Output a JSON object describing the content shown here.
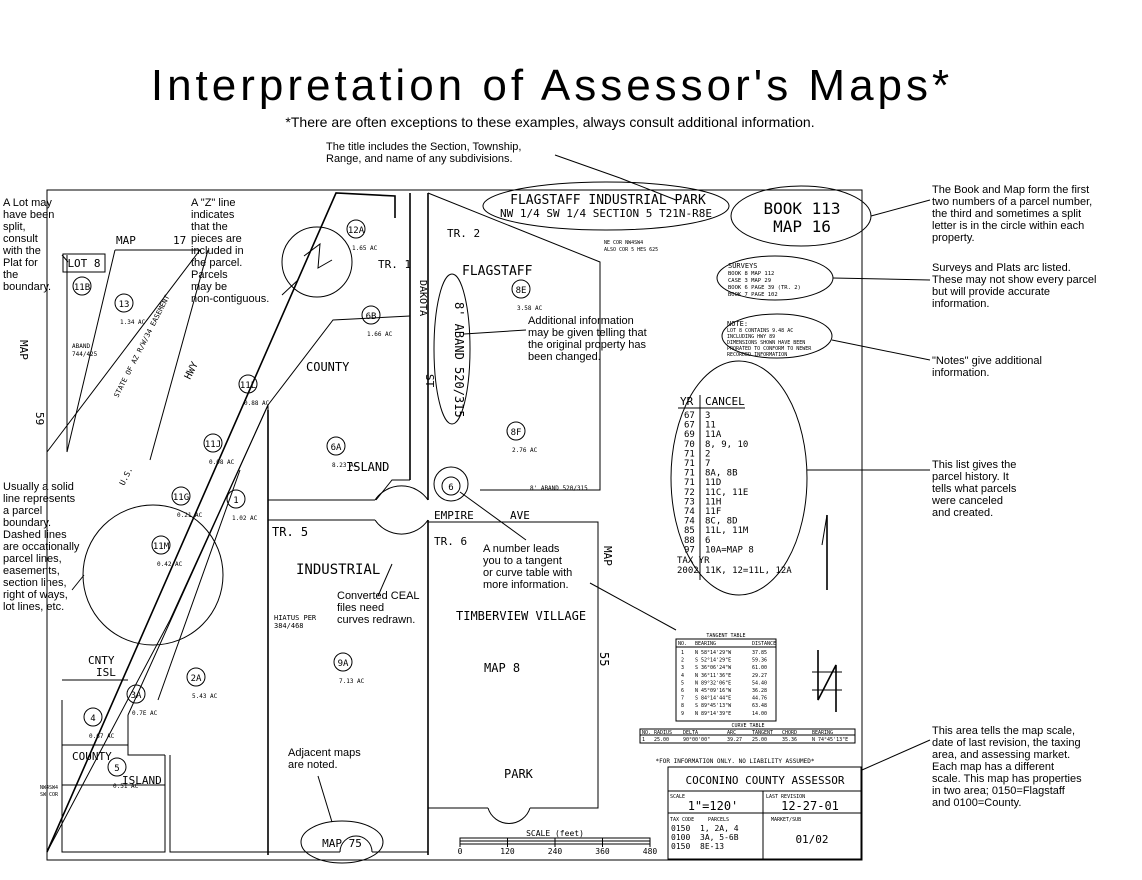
{
  "header": {
    "title": "Interpretation of Assessor's Maps*",
    "subtitle": "*There are often exceptions to these examples, always consult additional information."
  },
  "notes": {
    "title_note": [
      "The title includes the Section, Township,",
      "Range, and name of any subdivisions."
    ],
    "lot_note": [
      "A Lot may",
      "have been",
      "split,",
      "consult",
      "with the",
      "Plat for",
      "the",
      "boundary."
    ],
    "z_note": [
      "A \"Z\" line",
      "indicates",
      "that the",
      "pieces are",
      "included in",
      "the parcel.",
      "Parcels",
      "may be",
      "non-contiguous."
    ],
    "book_note": [
      "The Book and Map form the first",
      "two numbers of a parcel number,",
      "the third and sometimes a split",
      "letter is in the circle within each",
      "property."
    ],
    "surveys_note": [
      "Surveys and Plats arc listed.",
      "These may not show every parcel",
      "but will provide accurate",
      "information."
    ],
    "notes_note": [
      "\"Notes\" give additional",
      "information."
    ],
    "history_note": [
      "This list gives the",
      "parcel history.  It",
      "tells what parcels",
      "were canceled",
      "and created."
    ],
    "solid_note": [
      "Usually a solid",
      "line represents",
      "a parcel",
      "boundary.",
      "Dashed lines",
      "are occationally",
      "parcel lines,",
      "easements,",
      "section lines,",
      "right of ways,",
      "lot lines, etc."
    ],
    "addl_note": [
      "Additional information",
      "may be given telling that",
      "the original property has",
      "been changed."
    ],
    "number_note": [
      "A number leads",
      "you to a tangent",
      "or curve table with",
      "more information."
    ],
    "ceal_note": [
      "Converted CEAL",
      "files need",
      "curves redrawn."
    ],
    "adjacent_note": [
      "Adjacent maps",
      "are noted."
    ],
    "scale_note": [
      "This area tells the map scale,",
      "date of last revision, the taxing",
      "area, and assessing market.",
      "Each map has a different",
      "scale. This map has properties",
      "in two area; 0150=Flagstaff",
      "and 0100=County."
    ]
  },
  "map_title": {
    "line1": "FLAGSTAFF INDUSTRIAL PARK",
    "line2": "NW 1/4 SW 1/4 SECTION 5 T21N-R8E"
  },
  "book_map": {
    "book": "BOOK 113",
    "map": "MAP 16"
  },
  "surveys": [
    "SURVEYS",
    "BOOK 8 MAP 112",
    "CASE 3 MAP 29",
    "BOOK 6 PAGE 39 (TR. 2)",
    "BOOK 7 PAGE 102"
  ],
  "note_box": [
    "NOTE:",
    "LOT 8 CONTAINS 9.48 AC",
    "INCLUDING HWY 89",
    "DIMENSIONS SHOWN HAVE BEEN",
    "PRORATED TO CONFORM TO NEWER",
    "RECORDED INFORMATION"
  ],
  "history": {
    "col_yr": "YR",
    "col_cancel": "CANCEL",
    "rows": [
      {
        "yr": "67",
        "c": "3"
      },
      {
        "yr": "67",
        "c": "11"
      },
      {
        "yr": "69",
        "c": "11A"
      },
      {
        "yr": "70",
        "c": "8, 9, 10"
      },
      {
        "yr": "71",
        "c": "2"
      },
      {
        "yr": "71",
        "c": "7"
      },
      {
        "yr": "71",
        "c": "8A, 8B"
      },
      {
        "yr": "71",
        "c": "11D"
      },
      {
        "yr": "72",
        "c": "11C, 11E"
      },
      {
        "yr": "73",
        "c": "11H"
      },
      {
        "yr": "74",
        "c": "11F"
      },
      {
        "yr": "74",
        "c": "8C, 8D"
      },
      {
        "yr": "85",
        "c": "11L, 11M"
      },
      {
        "yr": "88",
        "c": "6"
      },
      {
        "yr": "97",
        "c": "10A=MAP 8"
      }
    ],
    "tax_yr_label": "TAX YR",
    "tax_row": {
      "yr": "2002",
      "c": "11K, 12=11L, 12A"
    }
  },
  "labels": {
    "map_17": "MAP",
    "map_17_num": "17",
    "lot8": "LOT 8",
    "map59_a": "MAP",
    "map59_b": "59",
    "tr1": "TR. 1",
    "tr2": "TR. 2",
    "tr5": "TR. 5",
    "tr6": "TR. 6",
    "flagstaff": "FLAGSTAFF",
    "county": "COUNTY",
    "island": "ISLAND",
    "industrial": "INDUSTRIAL",
    "empire": "EMPIRE",
    "ave": "AVE",
    "dakota": "DAKOTA",
    "st": "ST",
    "timberview": "TIMBERVIEW VILLAGE",
    "map8": "MAP  8",
    "park": "PARK",
    "map55_a": "MAP",
    "map55_b": "55",
    "cnty": "CNTY",
    "isl": "ISL",
    "county2": "COUNTY",
    "island2": "ISLAND",
    "map75": "MAP  75",
    "hwy": "HWY",
    "state_easement": "STATE OF AZ R/W/34 EASEMENT",
    "us": "U.S.",
    "abandon": "8' ABAND 520/315",
    "hiatus": "HIATUS PER",
    "hiatus2": "384/468",
    "abandon_small": "8' ABAND 520/315",
    "aband_744": "ABAND",
    "aband_744b": "744/425",
    "ne_cor": "NE COR NW4SW4",
    "ne_cor2": "ALSO COR 5 HES 625",
    "nw_cor": "NW4SW4",
    "nw_cor2": "SW COR"
  },
  "parcels": [
    {
      "id": "12A",
      "ac": "1.65 AC"
    },
    {
      "id": "13",
      "ac": "1.34 AC"
    },
    {
      "id": "11B",
      "ac": ""
    },
    {
      "id": "6B",
      "ac": "1.66 AC"
    },
    {
      "id": "8E",
      "ac": "3.58 AC"
    },
    {
      "id": "11L",
      "ac": "0.88 AC"
    },
    {
      "id": "11J",
      "ac": "0.08 AC"
    },
    {
      "id": "6A",
      "ac": "8.23 AC"
    },
    {
      "id": "8F",
      "ac": "2.76 AC"
    },
    {
      "id": "1",
      "ac": "1.02 AC"
    },
    {
      "id": "11G",
      "ac": "0.21 AC"
    },
    {
      "id": "11M",
      "ac": "0.42 AC"
    },
    {
      "id": "9A",
      "ac": "7.13 AC"
    },
    {
      "id": "2A",
      "ac": "5.43 AC"
    },
    {
      "id": "3A",
      "ac": "0.7E AC"
    },
    {
      "id": "4",
      "ac": "0.67 AC"
    },
    {
      "id": "5",
      "ac": "0.51 AC"
    },
    {
      "id": "6",
      "ac": ""
    }
  ],
  "tangent_table": {
    "title": "TANGENT TABLE",
    "headers": [
      "NO.",
      "BEARING",
      "DISTANCE"
    ],
    "rows": [
      [
        "1",
        "N 58°14'29\"W",
        "37.85"
      ],
      [
        "2",
        "S 52°14'29\"E",
        "59.36"
      ],
      [
        "3",
        "S 36°06'24\"W",
        "61.00"
      ],
      [
        "4",
        "N 36°11'36\"E",
        "29.27"
      ],
      [
        "5",
        "N 89°32'06\"E",
        "54.40"
      ],
      [
        "6",
        "N 45°09'16\"W",
        "36.28"
      ],
      [
        "7",
        "S 84°14'44\"E",
        "44.76"
      ],
      [
        "8",
        "S 89°45'13\"W",
        "63.48"
      ],
      [
        "9",
        "N 89°14'39\"E",
        "14.00"
      ]
    ]
  },
  "curve_table": {
    "title": "CURVE TABLE",
    "headers": [
      "NO.",
      "RADIUS",
      "DELTA",
      "ARC",
      "TANGENT",
      "CHORD",
      "BEARING"
    ],
    "rows": [
      [
        "1",
        "25.00",
        "90°00'00\"",
        "39.27",
        "25.00",
        "35.36",
        "N 74°45'13\"E"
      ]
    ]
  },
  "disclaimer": "*FOR INFORMATION ONLY.  NO LIABILITY ASSUMED*",
  "title_block": {
    "assessor": "COCONINO COUNTY ASSESSOR",
    "scale_label": "SCALE",
    "scale": "1\"=120'",
    "rev_label": "LAST REVISION",
    "rev": "12-27-01",
    "tax_label": "TAX CODE",
    "parcels_label": "PARCELS",
    "rows": [
      [
        "0150",
        "1, 2A, 4"
      ],
      [
        "0100",
        "3A, 5-6B"
      ],
      [
        "0150",
        "8E-13"
      ]
    ],
    "market_label": "MARKET/SUB",
    "market": "01/02"
  },
  "scale_bar": {
    "label": "SCALE (feet)",
    "ticks": [
      "0",
      "120",
      "240",
      "360",
      "480"
    ]
  }
}
